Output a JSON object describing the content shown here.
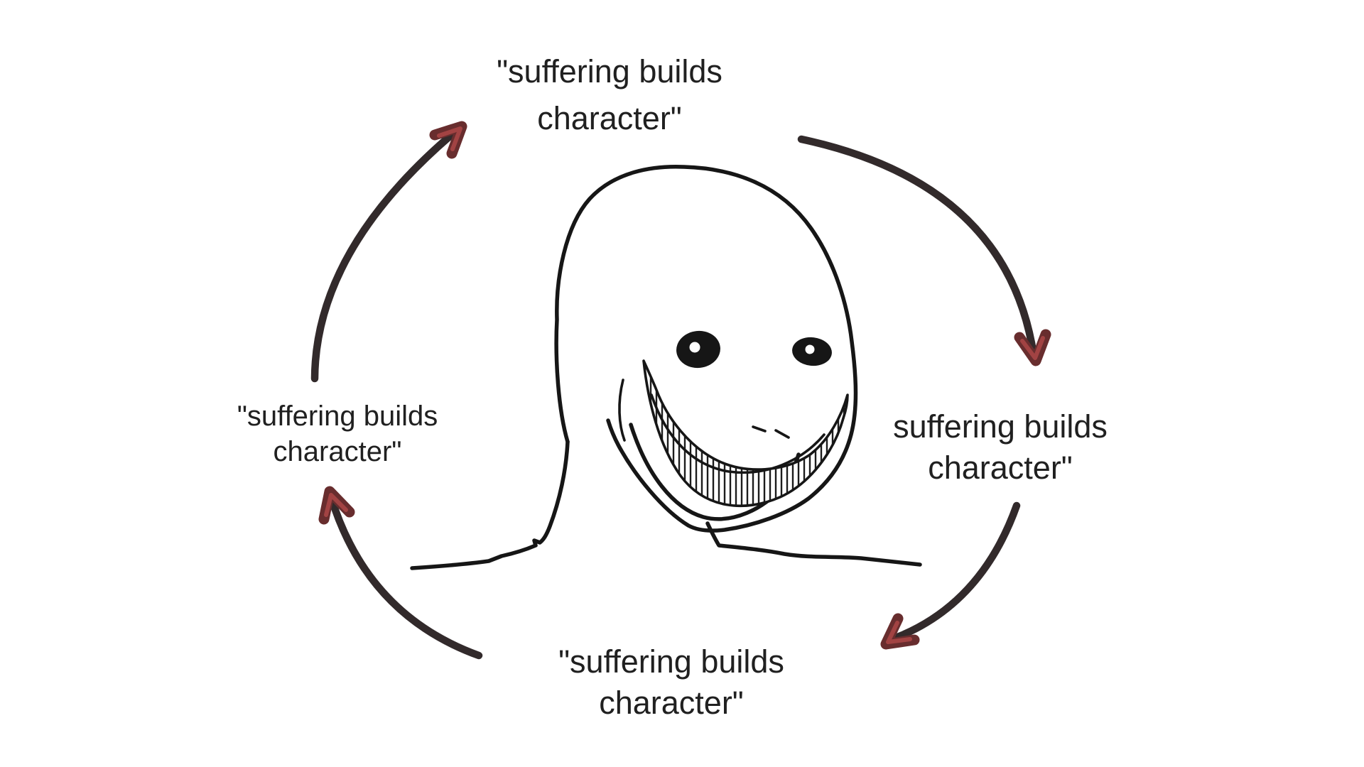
{
  "meme": {
    "figure": "creepy-smiling-wojak-cycle-diagram",
    "labels": {
      "top": {
        "line1": "\"suffering builds",
        "line2": "character\""
      },
      "right": {
        "line1": "suffering builds",
        "line2": "character\""
      },
      "bottom": {
        "line1": "\"suffering builds",
        "line2": "character\""
      },
      "left": {
        "line1": "\"suffering builds",
        "line2": "character\""
      }
    },
    "colors": {
      "background": "#ffffff",
      "text": "#202020",
      "arrow_shaft": "#322a2b",
      "arrow_head": "#682d2e",
      "arrow_head_accent": "#a24343",
      "line_art": "#161616"
    }
  }
}
